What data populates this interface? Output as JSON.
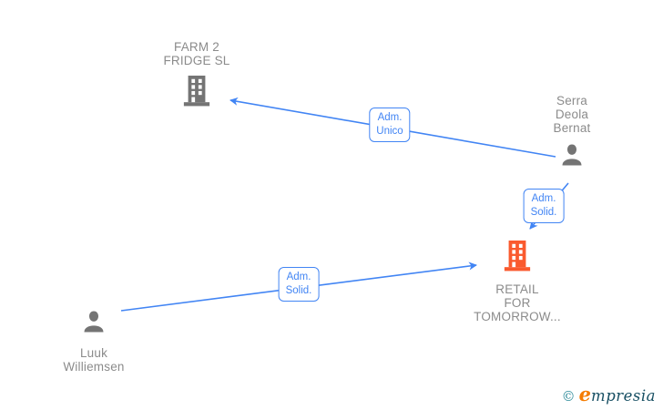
{
  "diagram": {
    "type": "company-relationship-graph",
    "nodes": {
      "farm2fridge": {
        "type": "company",
        "lines": [
          "FARM 2",
          "FRIDGE SL"
        ]
      },
      "serra": {
        "type": "person",
        "lines": [
          "Serra",
          "Deola",
          "Bernat"
        ]
      },
      "retail": {
        "type": "company",
        "highlighted": true,
        "lines": [
          "RETAIL",
          "FOR",
          "TOMORROW..."
        ]
      },
      "luuk": {
        "type": "person",
        "lines": [
          "Luuk",
          "Williemsen"
        ]
      }
    },
    "edges": {
      "serra_to_farm": {
        "from": "serra",
        "to": "farm2fridge",
        "label_lines": [
          "Adm.",
          "Unico"
        ]
      },
      "serra_to_retail": {
        "from": "serra",
        "to": "retail",
        "label_lines": [
          "Adm.",
          "Solid."
        ]
      },
      "luuk_to_retail": {
        "from": "luuk",
        "to": "retail",
        "label_lines": [
          "Adm.",
          "Solid."
        ]
      }
    },
    "colors": {
      "edge_blue": "#4285f4",
      "icon_gray": "#747474",
      "label_gray": "#8b8b8b",
      "company_orange": "#fa5a2e"
    }
  },
  "watermark": {
    "copyright": "©",
    "brand_initial": "e",
    "brand_rest": "mpresia"
  }
}
